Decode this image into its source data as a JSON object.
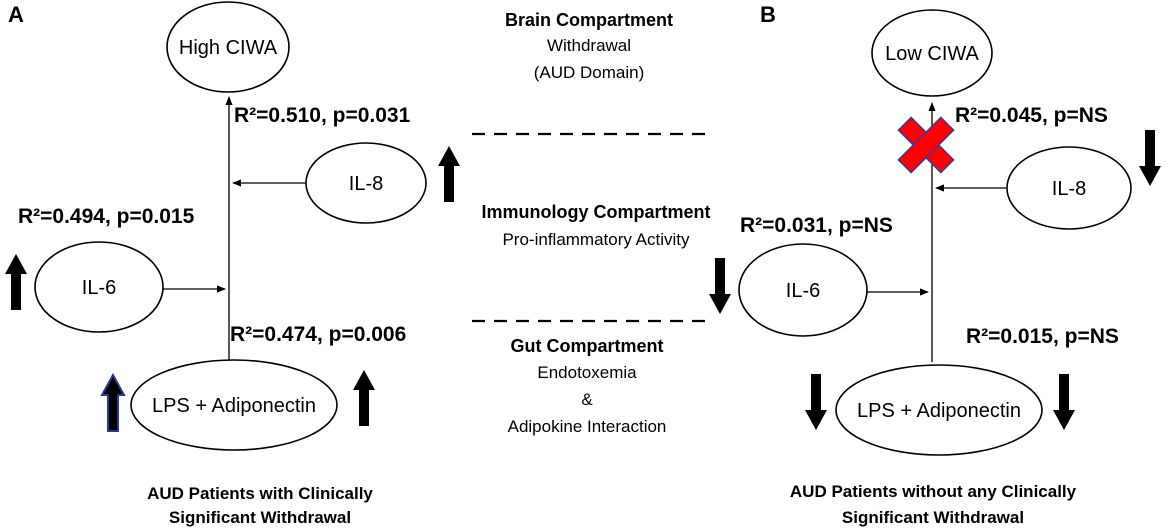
{
  "panels": {
    "a": {
      "label": "A",
      "nodes": {
        "top": "High CIWA",
        "il8": "IL-8",
        "il6": "IL-6",
        "bottom": "LPS + Adiponectin"
      },
      "stats": {
        "top": "R²=0.510, p=0.031",
        "il6": "R²=0.494, p=0.015",
        "bottom": "R²=0.474, p=0.006"
      },
      "caption": [
        "AUD Patients with Clinically",
        "Significant Withdrawal"
      ],
      "arrow_direction": "up"
    },
    "b": {
      "label": "B",
      "nodes": {
        "top": "Low CIWA",
        "il8": "IL-8",
        "il6": "IL-6",
        "bottom": "LPS + Adiponectin"
      },
      "stats": {
        "top": "R²=0.045, p=NS",
        "il6": "R²=0.031, p=NS",
        "bottom": "R²=0.015, p=NS"
      },
      "caption": [
        "AUD Patients without any Clinically",
        "Significant Withdrawal"
      ],
      "arrow_direction": "down"
    }
  },
  "compartments": {
    "brain": {
      "title": "Brain Compartment",
      "lines": [
        "Withdrawal",
        "(AUD Domain)"
      ]
    },
    "immunology": {
      "title": "Immunology Compartment",
      "lines": [
        "Pro-inflammatory Activity"
      ]
    },
    "gut": {
      "title": "Gut Compartment",
      "lines": [
        "Endotoxemia",
        "&",
        "Adipokine Interaction"
      ]
    }
  },
  "colors": {
    "arrow": "#000000",
    "arrow_outline_blue": "#2b3a8c",
    "cross": "#ff0000",
    "cross_outline": "#3a3aa0"
  },
  "icons": {
    "up_arrow": "up-arrow-icon",
    "down_arrow": "down-arrow-icon",
    "cross": "cross-icon"
  }
}
